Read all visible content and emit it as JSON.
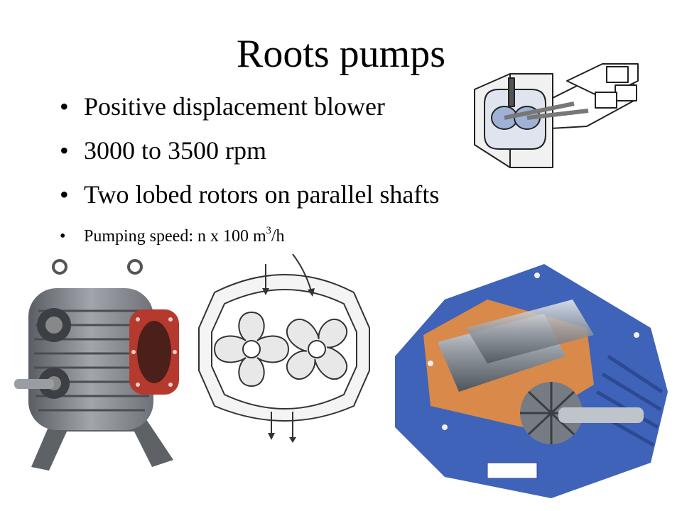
{
  "slide": {
    "title": "Roots pumps",
    "bullets": [
      {
        "text": "Positive displacement blower"
      },
      {
        "text": "3000 to 3500 rpm"
      },
      {
        "text": "Two lobed rotors on parallel shafts"
      }
    ],
    "spec": {
      "prefix": "Pumping speed: n x 100 m",
      "exponent": "3",
      "suffix": "/h"
    }
  },
  "colors": {
    "blue_housing": "#3f63b8",
    "copper_flange": "#b53a2d",
    "grey_casting": "#8a8e95",
    "orange_interior": "#d9894a"
  }
}
